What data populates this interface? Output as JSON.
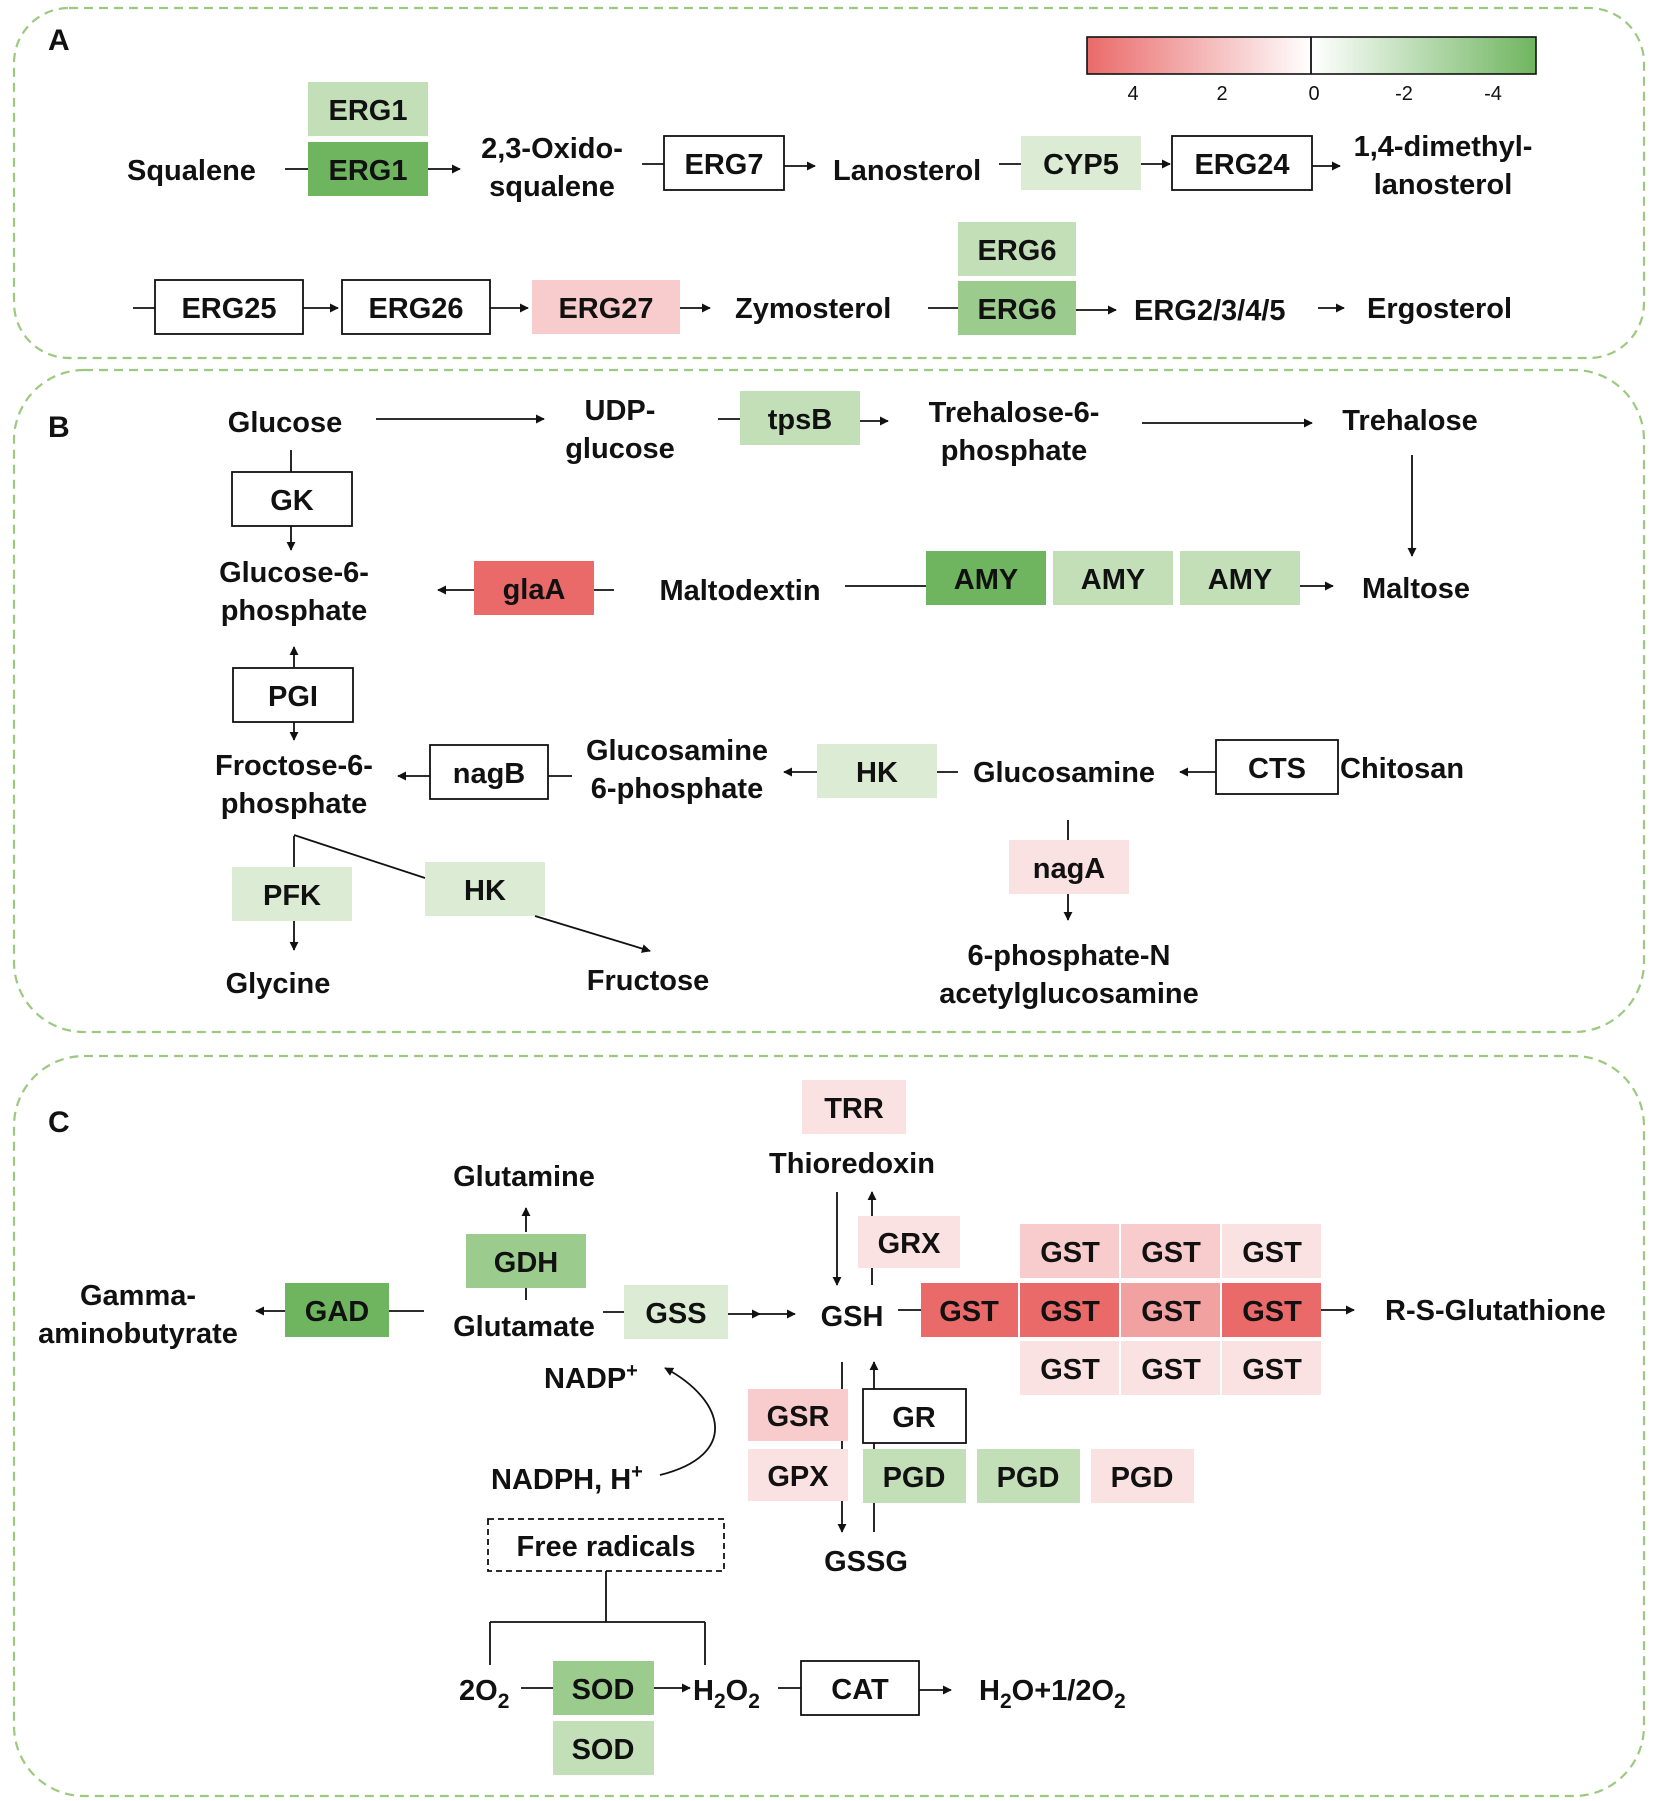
{
  "colors": {
    "panel_border": "#9cc97f",
    "up_strong": "#ea6a6a",
    "up_medium": "#f2a1a1",
    "up_light": "#f8cccc",
    "up_pale": "#fbe2e2",
    "down_strong": "#6fb560",
    "down_medium": "#9ccb8e",
    "down_light": "#c2dfb8",
    "down_pale": "#dcecd4",
    "unchanged": "#ffffff"
  },
  "legend": {
    "ticks": [
      "4",
      "2",
      "0",
      "-2",
      "-4"
    ],
    "scale": [
      "#ea6a6a",
      "#ffffff",
      "#6fb560"
    ]
  },
  "panels": {
    "A": {
      "label": "A",
      "metabolites": {
        "squalene": "Squalene",
        "oxido_1": "2,3-Oxido-",
        "oxido_2": "squalene",
        "lanosterol": "Lanosterol",
        "dimethyl_1": "1,4-dimethyl-",
        "dimethyl_2": "lanosterol",
        "zymosterol": "Zymosterol",
        "erg2345": "ERG2/3/4/5",
        "ergosterol": "Ergosterol"
      },
      "enzymes": {
        "erg1_top": "ERG1",
        "erg1": "ERG1",
        "erg7": "ERG7",
        "cyp5": "CYP5",
        "erg24": "ERG24",
        "erg25": "ERG25",
        "erg26": "ERG26",
        "erg27": "ERG27",
        "erg6_top": "ERG6",
        "erg6": "ERG6"
      }
    },
    "B": {
      "label": "B",
      "metabolites": {
        "glucose": "Glucose",
        "udp_1": "UDP-",
        "udp_2": "glucose",
        "t6p_1": "Trehalose-6-",
        "t6p_2": "phosphate",
        "trehalose": "Trehalose",
        "g6p_1": "Glucose-6-",
        "g6p_2": "phosphate",
        "maltodextin": "Maltodextin",
        "maltose": "Maltose",
        "f6p_1": "Froctose-6-",
        "f6p_2": "phosphate",
        "gln6p_1": "Glucosamine",
        "gln6p_2": "6-phosphate",
        "glucosamine": "Glucosamine",
        "chitosan": "Chitosan",
        "glycine": "Glycine",
        "fructose": "Fructose",
        "nac_1": "6-phosphate-N",
        "nac_2": "acetylglucosamine"
      },
      "enzymes": {
        "tpsb": "tpsB",
        "gk": "GK",
        "glaa": "glaA",
        "amy1": "AMY",
        "amy2": "AMY",
        "amy3": "AMY",
        "pgi": "PGI",
        "nagb": "nagB",
        "hk1": "HK",
        "cts": "CTS",
        "naga": "nagA",
        "pfk": "PFK",
        "hk2": "HK"
      }
    },
    "C": {
      "label": "C",
      "metabolites": {
        "gaba_1": "Gamma-",
        "gaba_2": "aminobutyrate",
        "glutamine": "Glutamine",
        "glutamate": "Glutamate",
        "thioredoxin": "Thioredoxin",
        "gsh": "GSH",
        "rsg": "R-S-Glutathione",
        "gssg": "GSSG",
        "nadph": "NADPH, H",
        "nadp": "NADP",
        "plus": "+",
        "free_radicals": "Free radicals",
        "o2_coef": "2O",
        "sub2": "2",
        "h": "H",
        "o": "O",
        "h2o_a": "H",
        "h2o_b": "O+1/2O"
      },
      "enzymes": {
        "gad": "GAD",
        "gdh": "GDH",
        "gss": "GSS",
        "trr": "TRR",
        "grx": "GRX",
        "gst_t1": "GST",
        "gst_t2": "GST",
        "gst_t3": "GST",
        "gst_m0": "GST",
        "gst_m1": "GST",
        "gst_m2": "GST",
        "gst_m3": "GST",
        "gst_b1": "GST",
        "gst_b2": "GST",
        "gst_b3": "GST",
        "gsr": "GSR",
        "gr": "GR",
        "gpx": "GPX",
        "pgd1": "PGD",
        "pgd2": "PGD",
        "pgd3": "PGD",
        "sod1": "SOD",
        "sod2": "SOD",
        "cat": "CAT"
      }
    }
  }
}
